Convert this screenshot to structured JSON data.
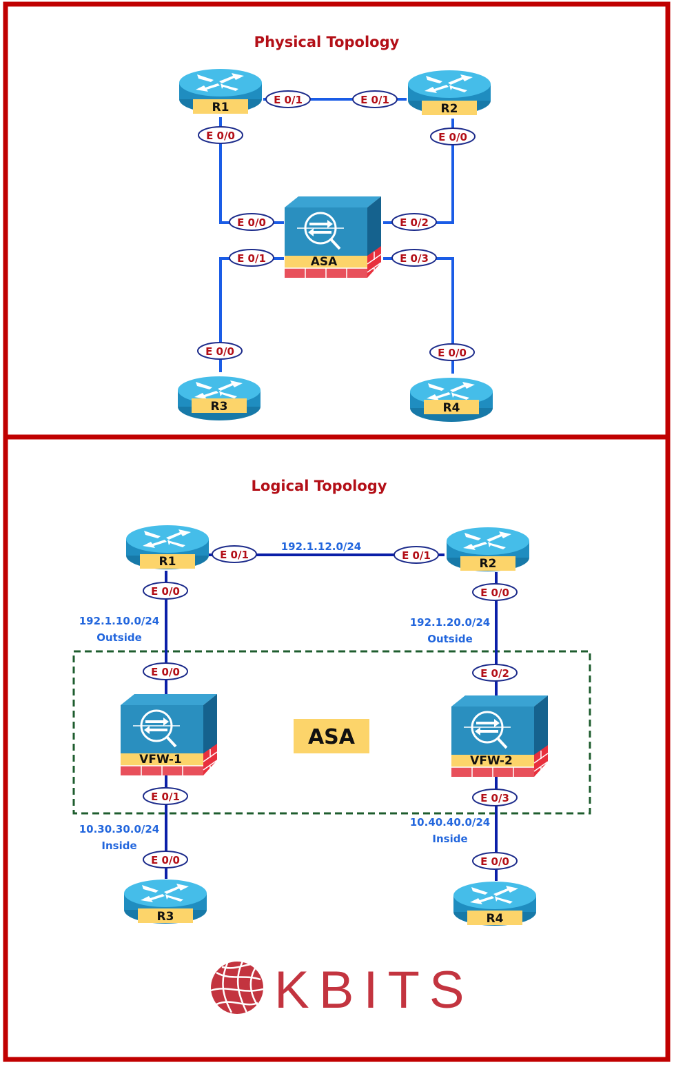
{
  "physical": {
    "title": "Physical Topology",
    "devices": {
      "r1": "R1",
      "r2": "R2",
      "r3": "R3",
      "r4": "R4",
      "asa": "ASA"
    },
    "ports": {
      "r1_e01": "E 0/1",
      "r2_e01": "E 0/1",
      "r1_e00": "E 0/0",
      "r2_e00": "E 0/0",
      "asa_e00": "E 0/0",
      "asa_e01": "E 0/1",
      "asa_e02": "E 0/2",
      "asa_e03": "E 0/3",
      "r3_e00": "E 0/0",
      "r4_e00": "E 0/0"
    }
  },
  "logical": {
    "title": "Logical Topology",
    "devices": {
      "r1": "R1",
      "r2": "R2",
      "r3": "R3",
      "r4": "R4",
      "vfw1": "VFW-1",
      "vfw2": "VFW-2",
      "asa": "ASA"
    },
    "ports": {
      "r1_e01": "E 0/1",
      "r2_e01": "E 0/1",
      "r1_e00": "E 0/0",
      "r2_e00": "E 0/0",
      "vfw1_e00": "E 0/0",
      "vfw1_e01": "E 0/1",
      "vfw2_e02": "E 0/2",
      "vfw2_e03": "E 0/3",
      "r3_e00": "E 0/0",
      "r4_e00": "E 0/0"
    },
    "networks": {
      "r1_r2": "192.1.12.0/24",
      "r1_vfw1": "192.1.10.0/24",
      "r1_vfw1_zone": "Outside",
      "r2_vfw2": "192.1.20.0/24",
      "r2_vfw2_zone": "Outside",
      "vfw1_r3": "10.30.30.0/24",
      "vfw1_r3_zone": "Inside",
      "vfw2_r4": "10.40.40.0/24",
      "vfw2_r4_zone": "Inside"
    }
  },
  "logo": {
    "text": "KBITS"
  },
  "colors": {
    "frame": "#c00000",
    "physical_link": "#1a5ce6",
    "logical_link": "#0a1fa8",
    "port_text": "#b30f17",
    "network_text": "#2266dd",
    "device_label_bg": "#fcd46a",
    "context_box": "#1e5c2e"
  }
}
